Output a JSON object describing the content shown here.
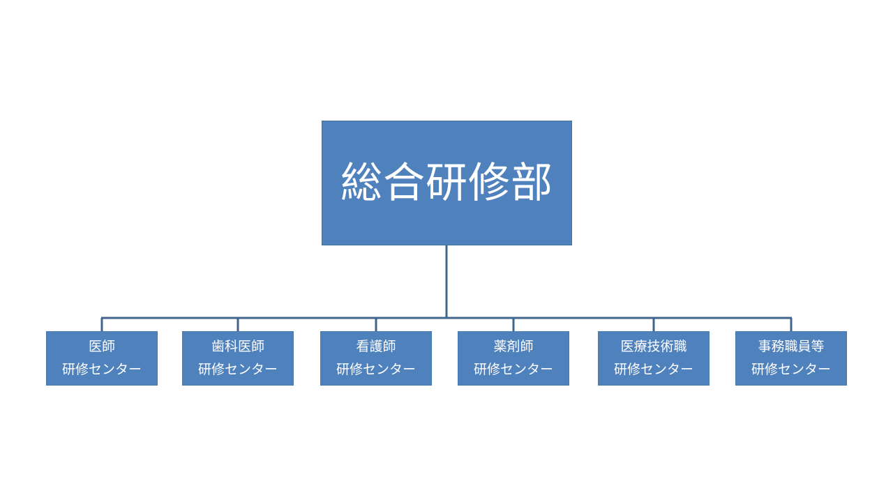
{
  "org_chart": {
    "root": {
      "label": "総合研修部"
    },
    "children": [
      {
        "line1": "医師",
        "line2": "研修センター"
      },
      {
        "line1": "歯科医師",
        "line2": "研修センター"
      },
      {
        "line1": "看護師",
        "line2": "研修センター"
      },
      {
        "line1": "薬剤師",
        "line2": "研修センター"
      },
      {
        "line1": "医療技術職",
        "line2": "研修センター"
      },
      {
        "line1": "事務職員等",
        "line2": "研修センター"
      }
    ]
  },
  "colors": {
    "box_fill": "#4f81bd",
    "connector": "#41648c",
    "text": "#ffffff"
  }
}
